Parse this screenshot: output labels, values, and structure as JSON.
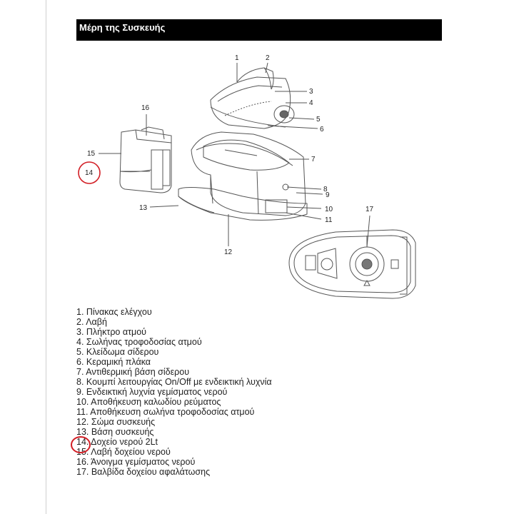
{
  "header": {
    "title": "Μέρη της Συσκευής"
  },
  "diagram": {
    "labels": [
      "1",
      "2",
      "3",
      "4",
      "5",
      "6",
      "7",
      "8",
      "9",
      "10",
      "11",
      "12",
      "13",
      "14",
      "15",
      "16",
      "17"
    ]
  },
  "parts": [
    "1. Πίνακας ελέγχου",
    "2. Λαβή",
    "3. Πλήκτρο ατμού",
    "4. Σωλήνας τροφοδοσίας ατμού",
    "5. Κλείδωμα σίδερου",
    "6. Κεραμική πλάκα",
    "7. Αντιθερμική βάση σίδερου",
    "8. Κουμπί λειτουργίας On/Off με ενδεικτική λυχνία",
    "9. Ενδεικτική λυχνία γεμίσματος νερού",
    "10. Αποθήκευση καλωδίου ρεύματος",
    "11. Αποθήκευση σωλήνα τροφοδοσίας ατμού",
    "12. Σώμα συσκευής",
    "13. Βάση συσκευής",
    "14. Δοχείο νερού 2Lt",
    "15. Λαβή δοχείου νερού",
    "16. Άνοιγμα γεμίσματος νερού",
    "17. Βαλβίδα δοχείου αφαλάτωσης"
  ],
  "colors": {
    "annotation": "#d21e25",
    "header_bg": "#000000"
  }
}
